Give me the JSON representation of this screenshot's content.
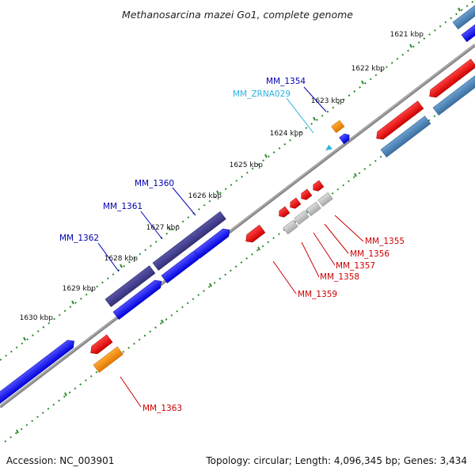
{
  "title": "Methanosarcina mazei Go1, complete genome",
  "footer": {
    "accession": "Accession: NC_003901",
    "summary": "Topology: circular; Length: 4,096,345 bp; Genes: 3,434"
  },
  "tick_labels": [
    "1621 kbp",
    "1622 kbp",
    "1623 kbp",
    "1624 kbp",
    "1625 kbp",
    "1626 kbp",
    "1627 kbp",
    "1628 kbp",
    "1629 kbp",
    "1630 kbp"
  ],
  "gene_labels": {
    "mm1354": "MM_1354",
    "zrna029": "MM_ZRNA029",
    "mm1360": "MM_1360",
    "mm1361": "MM_1361",
    "mm1362": "MM_1362",
    "mm1355": "MM_1355",
    "mm1356": "MM_1356",
    "mm1357": "MM_1357",
    "mm1358": "MM_1358",
    "mm1359": "MM_1359",
    "mm1363": "MM_1363"
  },
  "colors": {
    "backbone": "#888888",
    "dots": "#2e8b2e",
    "blue_gene": "#0000ee",
    "purple_gene": "#3f3a88",
    "steel_gene": "#4682b4",
    "red_gene": "#ee0000",
    "orange_gene": "#ff8c00",
    "gray_gene": "#c8c8c8",
    "rna": "#2bb5e0",
    "label_blue": "#0000b0",
    "label_cyan": "#2bb5e0",
    "label_red": "#cc0000"
  }
}
